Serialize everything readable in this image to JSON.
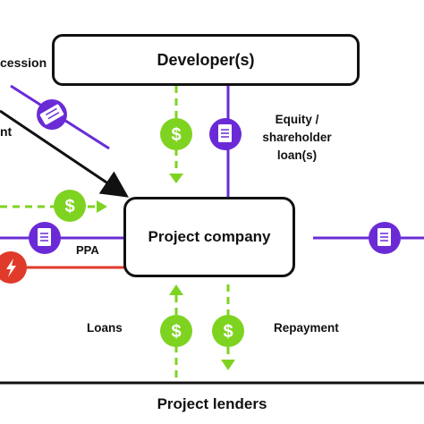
{
  "nodes": {
    "developer": "Developer(s)",
    "project_company": "Project company",
    "project_lenders": "Project lenders"
  },
  "labels": {
    "concession_partial": "cession",
    "government_partial": "nt",
    "equity": "Equity /\nshareholder\nloan(s)",
    "ppa": "PPA",
    "loans": "Loans",
    "repayment": "Repayment"
  },
  "icons": {
    "money": "dollar-coin-icon",
    "contract": "document-icon",
    "concession": "ticket-icon",
    "power": "lightning-icon"
  },
  "colors": {
    "money_green": "#7ed321",
    "contract_purple": "#6a2bd6",
    "power_red": "#e03a2a",
    "line_dark": "#111111"
  }
}
